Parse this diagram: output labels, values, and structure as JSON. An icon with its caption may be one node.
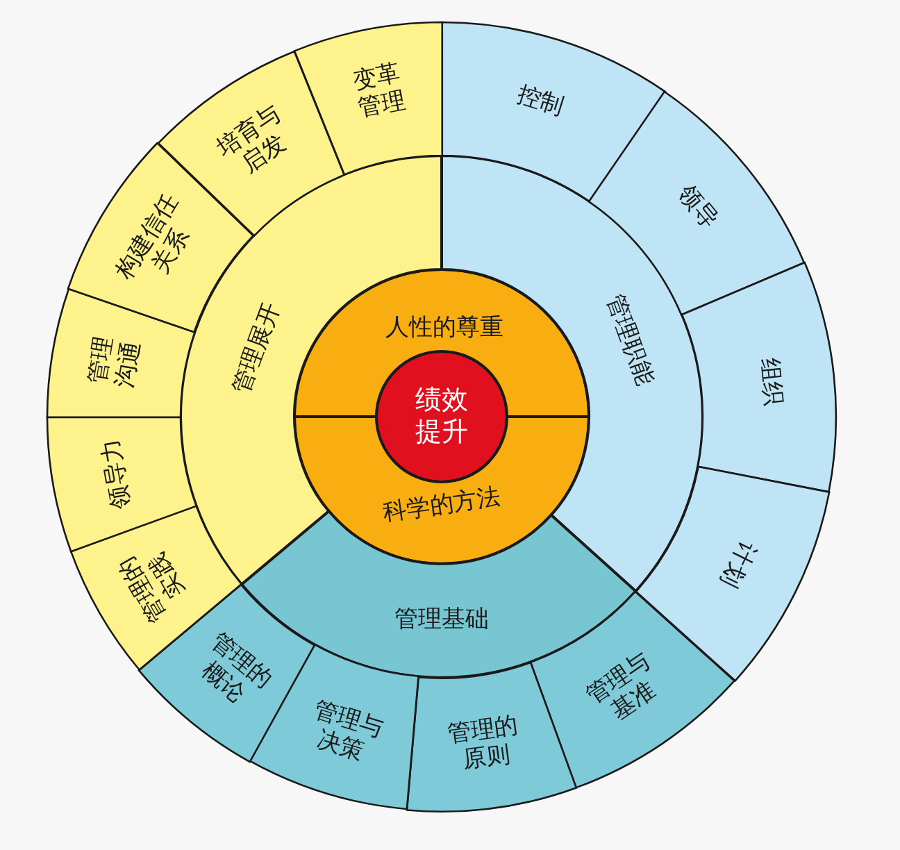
{
  "diagram": {
    "nodes": [
      {
        "text": [
          "绩效提升"
        ]
      },
      {
        "text": [
          "人性的尊重"
        ]
      },
      {
        "text": [
          "科学的方法"
        ]
      },
      {
        "text": [
          "管理展开"
        ]
      },
      {
        "text": [
          "管理职能"
        ]
      },
      {
        "text": [
          "管理基础"
        ]
      },
      {
        "text": [
          "控制"
        ]
      },
      {
        "text": [
          "领导"
        ]
      },
      {
        "text": [
          "组织"
        ]
      },
      {
        "text": [
          "计划"
        ]
      },
      {
        "text": [
          "管理与基准"
        ]
      },
      {
        "text": [
          "管理的原则"
        ]
      },
      {
        "text": [
          "管理与决策"
        ]
      },
      {
        "text": [
          "管理的概论"
        ]
      },
      {
        "text": [
          "管理的实践"
        ]
      },
      {
        "text": [
          "领导力"
        ]
      },
      {
        "text": [
          "管理沟通"
        ]
      },
      {
        "text": [
          "构建信任关系"
        ]
      },
      {
        "text": [
          "培育与启发"
        ]
      },
      {
        "text": [
          "变革管理"
        ]
      }
    ]
  }
}
